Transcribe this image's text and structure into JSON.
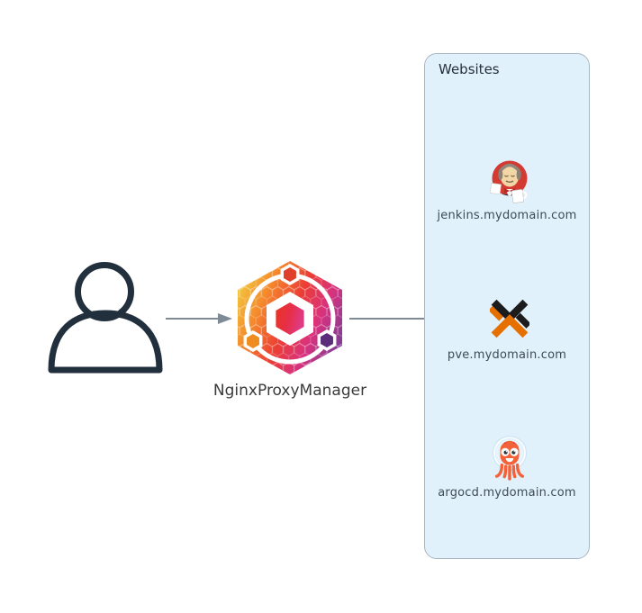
{
  "nodes": {
    "user": {
      "icon": "user-icon"
    },
    "proxy": {
      "icon": "nginx-proxy-manager-logo",
      "label": "NginxProxyManager"
    }
  },
  "container": {
    "title": "Websites",
    "items": [
      {
        "icon": "jenkins-icon",
        "label": "jenkins.mydomain.com"
      },
      {
        "icon": "proxmox-icon",
        "label": "pve.mydomain.com"
      },
      {
        "icon": "argocd-icon",
        "label": "argocd.mydomain.com"
      }
    ]
  },
  "colors": {
    "container_fill": "#e1f1fb",
    "container_border": "#a9b6bf",
    "arrow": "#7e8b97",
    "person_stroke": "#22303e",
    "proxmox_orange": "#e57000",
    "proxmox_black": "#1c1c1c",
    "jenkins_red": "#d33a32",
    "argocd_orange": "#f4623a",
    "npm_gradient": [
      "#f2c63c",
      "#f5872b",
      "#ec3d34",
      "#d9327d",
      "#7b3d97"
    ]
  }
}
